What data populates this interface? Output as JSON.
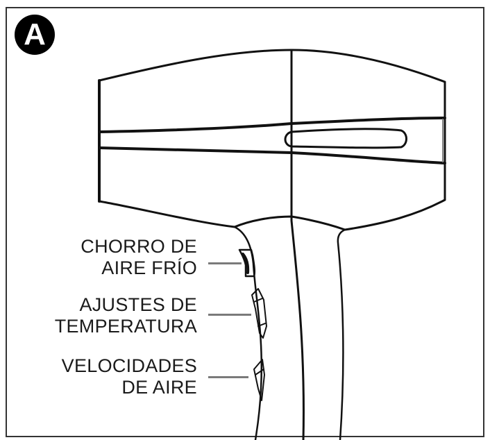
{
  "figure": {
    "badge": "A",
    "subject": "hair-dryer",
    "colors": {
      "line": "#111111",
      "frame": "#333333",
      "leader": "#7a7a7a",
      "badge_bg": "#000000",
      "badge_text": "#ffffff"
    }
  },
  "labels": [
    {
      "id": "cool-shot",
      "lines": [
        "CHORRO DE",
        "AIRE FRÍO"
      ]
    },
    {
      "id": "temperature-settings",
      "lines": [
        "AJUSTES DE",
        "TEMPERATURA"
      ]
    },
    {
      "id": "air-speeds",
      "lines": [
        "VELOCIDADES",
        "DE AIRE"
      ]
    }
  ]
}
